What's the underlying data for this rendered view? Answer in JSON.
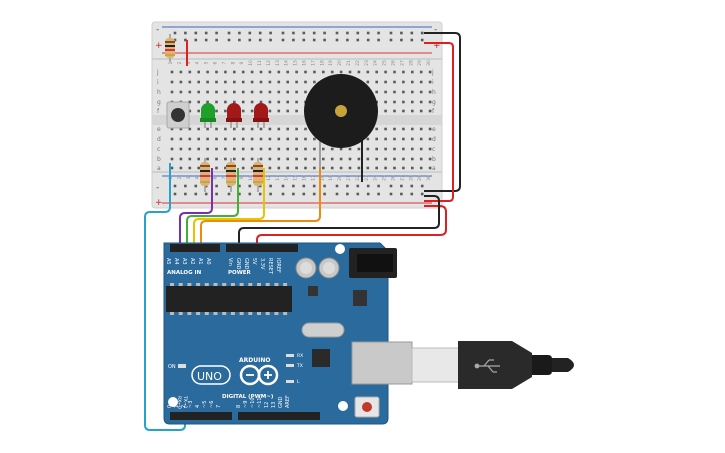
{
  "breadboard": {
    "columns": 30,
    "rail_plus": "+",
    "rail_minus": "-",
    "row_letters_top": [
      "j",
      "i",
      "h",
      "g",
      "f"
    ],
    "row_letters_bottom": [
      "e",
      "d",
      "c",
      "b",
      "a"
    ]
  },
  "arduino": {
    "brand": "ARDUINO",
    "model": "UNO",
    "analog_in_label": "ANALOG IN",
    "power_label": "POWER",
    "digital_label": "DIGITAL (PWM~)",
    "on_label": "ON",
    "tx_label": "TX",
    "rx_label": "RX",
    "l_label": "L",
    "analog_pins": [
      "A5",
      "A4",
      "A3",
      "A2",
      "A1",
      "A0"
    ],
    "power_pins": [
      "Vin",
      "GND",
      "GND",
      "5V",
      "3.3V",
      "RESET",
      "IOREF"
    ],
    "digital_pins": [
      "0",
      "1",
      "2",
      "~3",
      "4",
      "~5",
      "~6",
      "7",
      "8",
      "~9",
      "~10",
      "~11",
      "12",
      "13",
      "GND",
      "AREF"
    ],
    "rxtx_pin_labels": [
      "RX←0",
      "TX→1"
    ]
  },
  "colors": {
    "board_blue": "#2b6a9c",
    "board_blue_dark": "#1f5580",
    "breadboard": "#e4e4e4",
    "red_rail": "#d33",
    "blue_rail": "#3a66c4",
    "wire_red": "#e02020",
    "wire_black": "#222222",
    "wire_cyan": "#27a3c9",
    "wire_purple": "#7a2fb0",
    "wire_green": "#44b033",
    "wire_yellow": "#e6c400",
    "wire_orange": "#ee8a10",
    "led_green": "#1fa02a",
    "led_red": "#a31919"
  },
  "components": {
    "leds": [
      "green",
      "red",
      "red"
    ],
    "buzzer": "piezo-buzzer",
    "button": "pushbutton",
    "resistors": 4,
    "cable": "usb-cable"
  }
}
